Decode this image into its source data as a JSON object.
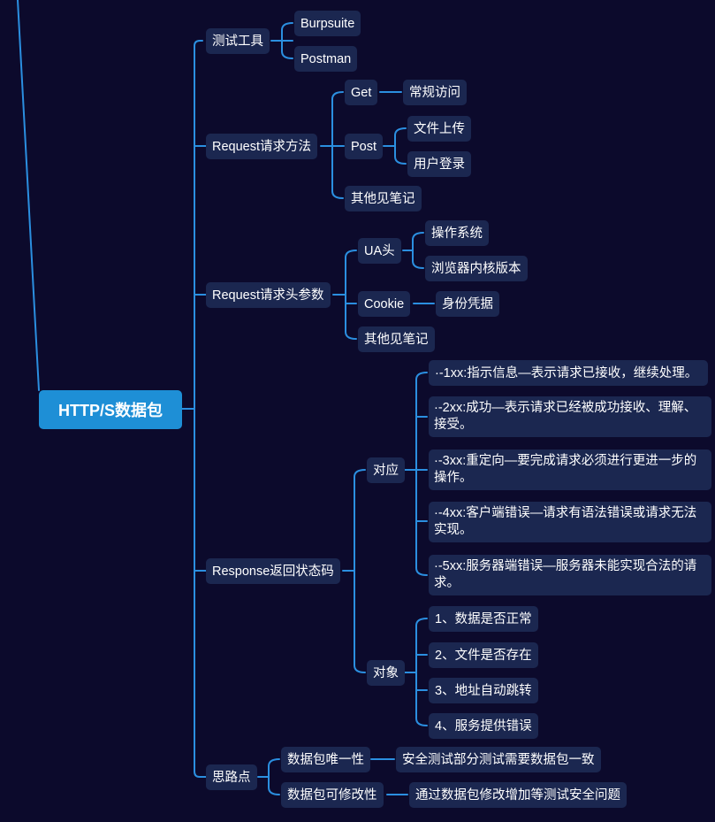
{
  "root": "HTTP/S数据包",
  "tools": {
    "label": "测试工具",
    "items": [
      "Burpsuite",
      "Postman"
    ]
  },
  "request_method": {
    "label": "Request请求方法",
    "get": "Get",
    "get_child": "常规访问",
    "post": "Post",
    "post_children": [
      "文件上传",
      "用户登录"
    ],
    "other": "其他见笔记"
  },
  "request_header": {
    "label": "Request请求头参数",
    "ua": "UA头",
    "ua_children": [
      "操作系统",
      "浏览器内核版本"
    ],
    "cookie": "Cookie",
    "cookie_child": "身份凭据",
    "other": "其他见笔记"
  },
  "response": {
    "label": "Response返回状态码",
    "mapping": "对应",
    "codes": [
      "·-1xx:指示信息—表示请求已接收，继续处理。",
      "·-2xx:成功—表示请求已经被成功接收、理解、接受。",
      "·-3xx:重定向—要完成请求必须进行更进一步的操作。",
      "·-4xx:客户端错误—请求有语法错误或请求无法实现。",
      "·-5xx:服务器端错误—服务器未能实现合法的请求。"
    ],
    "objects": "对象",
    "object_items": [
      "1、数据是否正常",
      "2、文件是否存在",
      "3、地址自动跳转",
      "4、服务提供错误"
    ]
  },
  "ideas": {
    "label": "思路点",
    "unique": "数据包唯一性",
    "unique_child": "安全测试部分测试需要数据包一致",
    "modifiable": "数据包可修改性",
    "modifiable_child": "通过数据包修改增加等测试安全问题"
  },
  "colors": {
    "background": "#0c0a2c",
    "node": "#1b2750",
    "root": "#1e8fd6",
    "line": "#2b8fe0"
  }
}
